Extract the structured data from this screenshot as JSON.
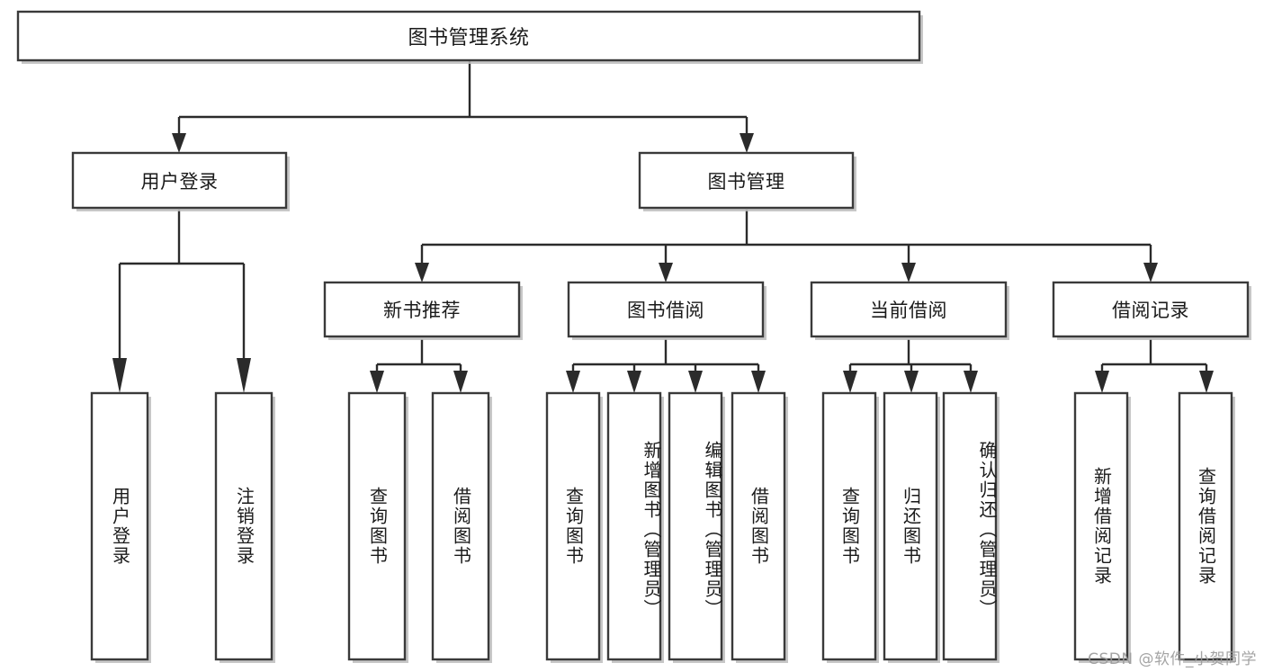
{
  "diagram": {
    "type": "tree-hierarchy",
    "title": "图书管理系统",
    "root": {
      "label": "图书管理系统",
      "id": "root"
    },
    "level1": [
      {
        "id": "user-login",
        "label": "用户登录"
      },
      {
        "id": "book-manage",
        "label": "图书管理"
      }
    ],
    "level2": [
      {
        "id": "new-book-rec",
        "label": "新书推荐",
        "parent": "book-manage"
      },
      {
        "id": "book-borrow",
        "label": "图书借阅",
        "parent": "book-manage"
      },
      {
        "id": "current-borrow",
        "label": "当前借阅",
        "parent": "book-manage"
      },
      {
        "id": "borrow-record",
        "label": "借阅记录",
        "parent": "book-manage"
      }
    ],
    "leaves": [
      {
        "id": "leaf-user-login",
        "label": "用户登录",
        "parent": "user-login"
      },
      {
        "id": "leaf-user-logout",
        "label": "注销登录",
        "parent": "user-login"
      },
      {
        "id": "leaf-query-book-1",
        "label": "查询图书",
        "parent": "new-book-rec"
      },
      {
        "id": "leaf-borrow-book-1",
        "label": "借阅图书",
        "parent": "new-book-rec"
      },
      {
        "id": "leaf-query-book-2",
        "label": "查询图书",
        "parent": "book-borrow"
      },
      {
        "id": "leaf-add-book",
        "label": "新增图书（管理员）",
        "parent": "book-borrow"
      },
      {
        "id": "leaf-edit-book",
        "label": "编辑图书（管理员）",
        "parent": "book-borrow"
      },
      {
        "id": "leaf-borrow-book-2",
        "label": "借阅图书",
        "parent": "book-borrow"
      },
      {
        "id": "leaf-query-book-3",
        "label": "查询图书",
        "parent": "current-borrow"
      },
      {
        "id": "leaf-return-book",
        "label": "归还图书",
        "parent": "current-borrow"
      },
      {
        "id": "leaf-confirm-return",
        "label": "确认归还（管理员）",
        "parent": "current-borrow"
      },
      {
        "id": "leaf-add-record",
        "label": "新增借阅记录",
        "parent": "borrow-record"
      },
      {
        "id": "leaf-query-record",
        "label": "查询借阅记录",
        "parent": "borrow-record"
      }
    ],
    "colors": {
      "box_stroke": "#3a3a3a",
      "connector": "#2b2b2b",
      "background": "#ffffff",
      "text": "#1a1a1a",
      "watermark": "#9b9b9b"
    }
  },
  "watermark": {
    "text": "CSDN @软件_小贺同学"
  }
}
